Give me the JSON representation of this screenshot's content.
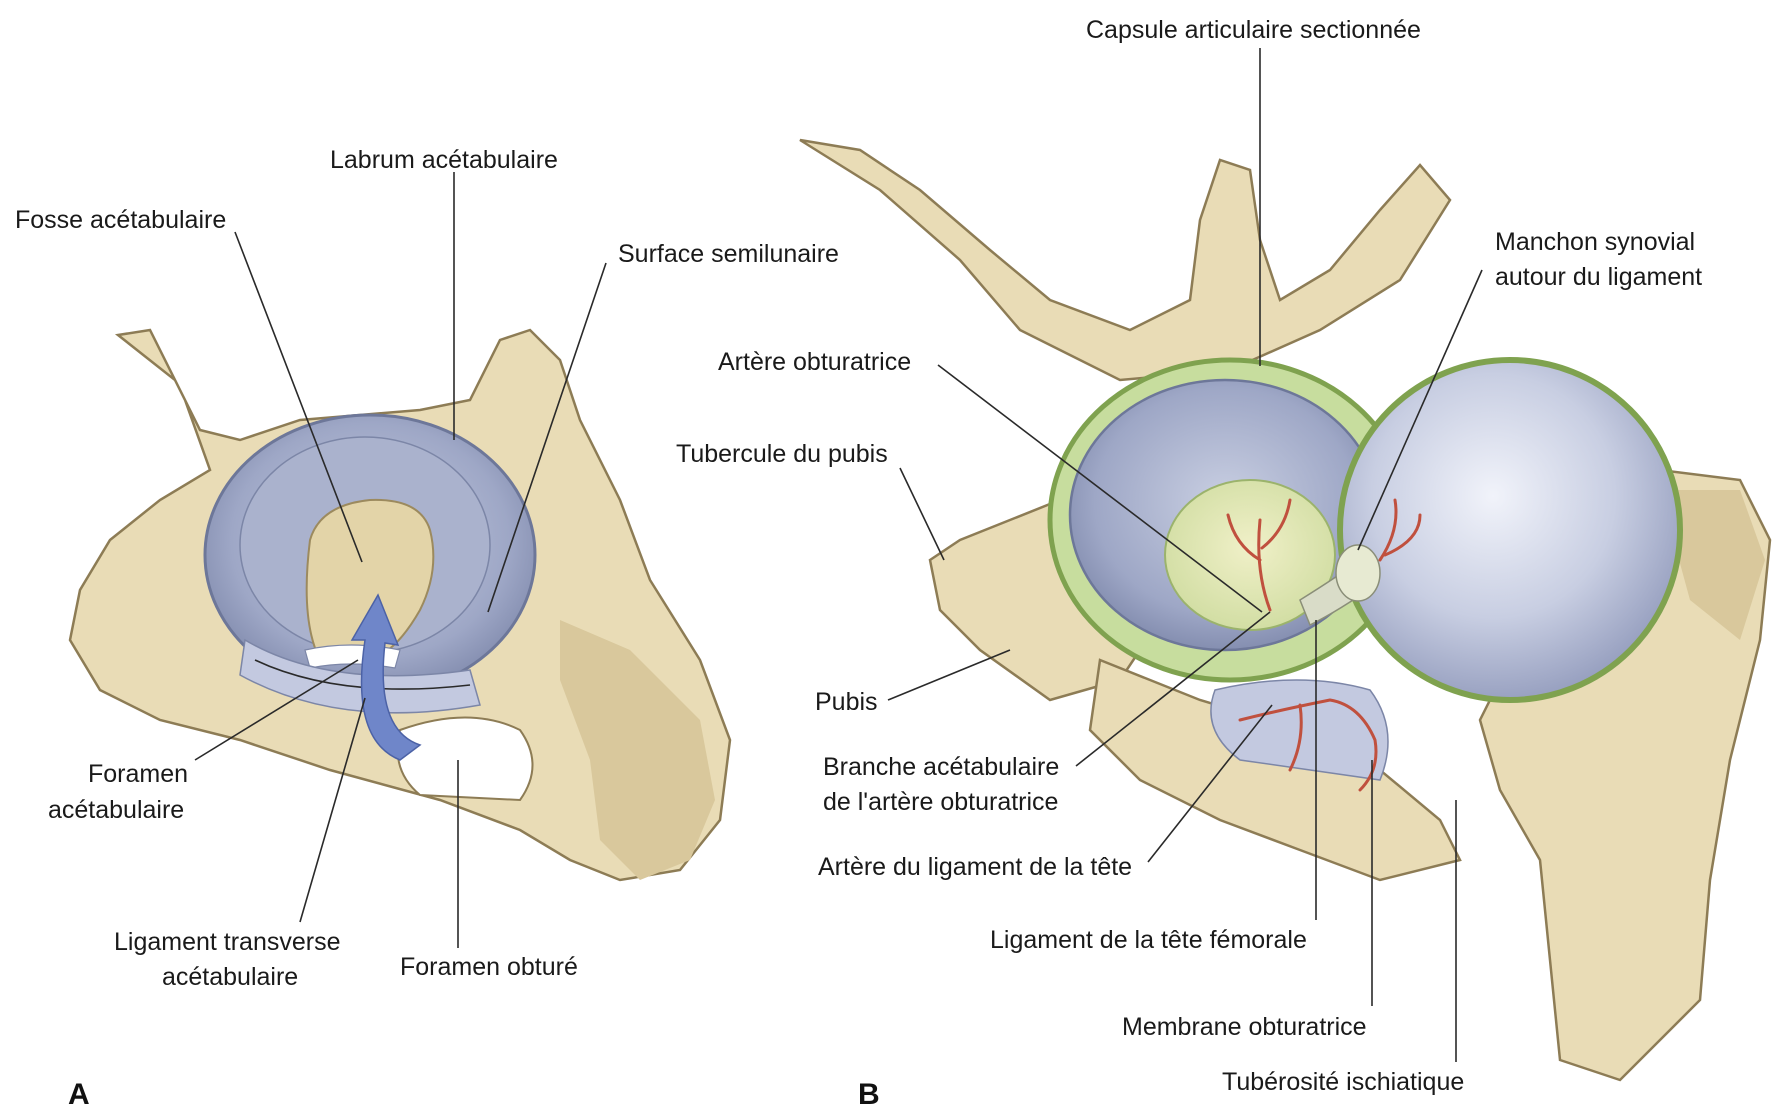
{
  "panel_a": {
    "letter": "A",
    "labels": {
      "labrum": "Labrum acétabulaire",
      "fosse": "Fosse acétabulaire",
      "surface": "Surface semilunaire",
      "foramen_acet_1": "Foramen",
      "foramen_acet_2": "acétabulaire",
      "ligament_1": "Ligament transverse",
      "ligament_2": "acétabulaire",
      "foramen_obture": "Foramen obturé"
    }
  },
  "panel_b": {
    "letter": "B",
    "labels": {
      "capsule": "Capsule articulaire sectionnée",
      "manchon_1": "Manchon synovial",
      "manchon_2": "autour du ligament",
      "artere_obt": "Artère obturatrice",
      "tubercule": "Tubercule du pubis",
      "pubis": "Pubis",
      "branche_1": "Branche acétabulaire",
      "branche_2": "de l'artère obturatrice",
      "artere_lig": "Artère du ligament de la tête",
      "ligament_tete": "Ligament de la tête fémorale",
      "membrane": "Membrane obturatrice",
      "tuberosite": "Tubérosité ischiatique"
    }
  },
  "colors": {
    "bone": "#e9dcb6",
    "cartilage": "#8f9ab8",
    "capsule": "#a9c97a",
    "artery": "#c0503e"
  }
}
